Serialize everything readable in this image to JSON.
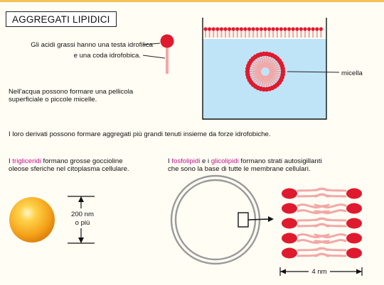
{
  "title": "AGGREGATI LIPIDICI",
  "fatty_acid": {
    "line1": "Gli acidi grassi hanno una testa idrofilica",
    "line2": "e una coda idrofobica."
  },
  "water": {
    "line1": "Nell'acqua possono formare una pellicola",
    "line2": "superficiale o piccole micelle."
  },
  "micelle_label": "micella",
  "derivatives": "I loro derivati possono formare aggregati più grandi tenuti insieme da forze idrofobiche.",
  "triglycerides": {
    "prefix": "I ",
    "keyword": "trigliceridi",
    "rest_line1": " formano grosse goccioline",
    "line2": "oleose sferiche nel citoplasma cellulare."
  },
  "phospholipids": {
    "prefix": "I ",
    "keyword1": "fosfolipidi",
    "mid": " e i ",
    "keyword2": "glicolipidi",
    "rest_line1": " formano strati autosigillanti",
    "line2": "che sono la base di tutte le membrane cellulari."
  },
  "droplet_size": {
    "line1": "200 nm",
    "line2": "o più"
  },
  "bilayer_width": "4 nm",
  "colors": {
    "head_red": "#e01a2e",
    "tail_pink": "#f2a8a8",
    "water_blue": "#bfe4f7",
    "highlight_magenta": "#c0148c",
    "droplet_orange": "#f4a21a"
  }
}
